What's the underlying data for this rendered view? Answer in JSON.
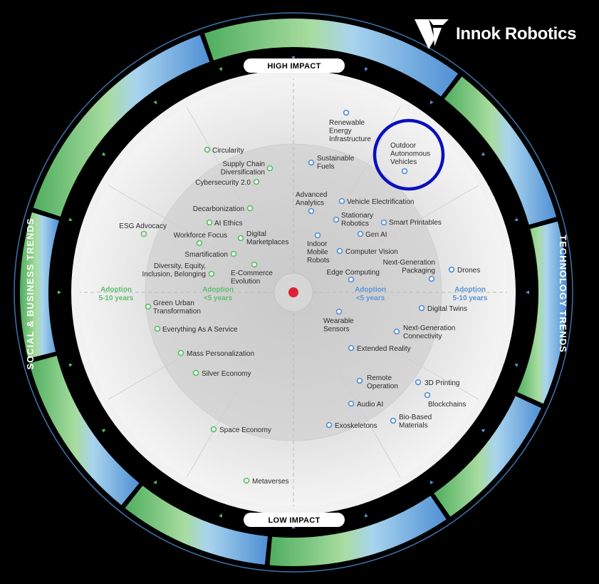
{
  "brand": {
    "name": "Innok Robotics",
    "icon": "innok-logo-icon"
  },
  "labels": {
    "top": "HIGH IMPACT",
    "bottom": "LOW IMPACT",
    "left": "SOCIAL & BUSINESS TRENDS",
    "right": "TECHNOLOGY TRENDS",
    "inner_left": [
      "Adoption",
      "<5 years"
    ],
    "outer_left": [
      "Adoption",
      "5-10 years"
    ],
    "inner_right": [
      "Adoption",
      "<5 years"
    ],
    "outer_right": [
      "Adoption",
      "5-10 years"
    ]
  },
  "colors": {
    "social": "#5fbf6b",
    "technology": "#5b95d6",
    "highlight_circle": "#0b0fbe",
    "center_dot": "#dc2234"
  },
  "social_trends": [
    {
      "lines": [
        "Circularity"
      ]
    },
    {
      "lines": [
        "Supply Chain",
        "Diversification"
      ]
    },
    {
      "lines": [
        "Cybersecurity 2.0"
      ]
    },
    {
      "lines": [
        "Decarbonization"
      ]
    },
    {
      "lines": [
        "AI Ethics"
      ]
    },
    {
      "lines": [
        "ESG Advocacy"
      ]
    },
    {
      "lines": [
        "Workforce Focus"
      ]
    },
    {
      "lines": [
        "Digital",
        "Marketplaces"
      ]
    },
    {
      "lines": [
        "Smartification"
      ]
    },
    {
      "lines": [
        "Diversity, Equity,",
        "Inclusion, Belonging"
      ]
    },
    {
      "lines": [
        "E-Commerce",
        "Evolution"
      ]
    },
    {
      "lines": [
        "Green Urban",
        "Transformation"
      ]
    },
    {
      "lines": [
        "Everything As A Service"
      ]
    },
    {
      "lines": [
        "Mass Personalization"
      ]
    },
    {
      "lines": [
        "Silver Economy"
      ]
    },
    {
      "lines": [
        "Space Economy"
      ]
    },
    {
      "lines": [
        "Metaverses"
      ]
    }
  ],
  "technology_trends": [
    {
      "lines": [
        "Renewable",
        "Energy",
        "Infrastructure"
      ]
    },
    {
      "lines": [
        "Outdoor",
        "Autonomous",
        "Vehicles"
      ],
      "highlighted": true
    },
    {
      "lines": [
        "Sustainable",
        "Fuels"
      ]
    },
    {
      "lines": [
        "Advanced",
        "Analytics"
      ]
    },
    {
      "lines": [
        "Vehicle Electrification"
      ]
    },
    {
      "lines": [
        "Stationary",
        "Robotics"
      ]
    },
    {
      "lines": [
        "Smart Printables"
      ]
    },
    {
      "lines": [
        "Gen AI"
      ]
    },
    {
      "lines": [
        "Indoor",
        "Mobile",
        "Robots"
      ]
    },
    {
      "lines": [
        "Computer Vision"
      ]
    },
    {
      "lines": [
        "Next-Generation",
        "Packaging"
      ]
    },
    {
      "lines": [
        "Drones"
      ]
    },
    {
      "lines": [
        "Edge Computing"
      ]
    },
    {
      "lines": [
        "Digital Twins"
      ]
    },
    {
      "lines": [
        "Wearable",
        "Sensors"
      ]
    },
    {
      "lines": [
        "Next-Generation",
        "Connectivity"
      ]
    },
    {
      "lines": [
        "Extended Reality"
      ]
    },
    {
      "lines": [
        "Remote",
        "Operation"
      ]
    },
    {
      "lines": [
        "3D Printing"
      ]
    },
    {
      "lines": [
        "Audio AI"
      ]
    },
    {
      "lines": [
        "Blockchains"
      ]
    },
    {
      "lines": [
        "Exoskeletons"
      ]
    },
    {
      "lines": [
        "Bio-Based",
        "Materials"
      ]
    }
  ]
}
